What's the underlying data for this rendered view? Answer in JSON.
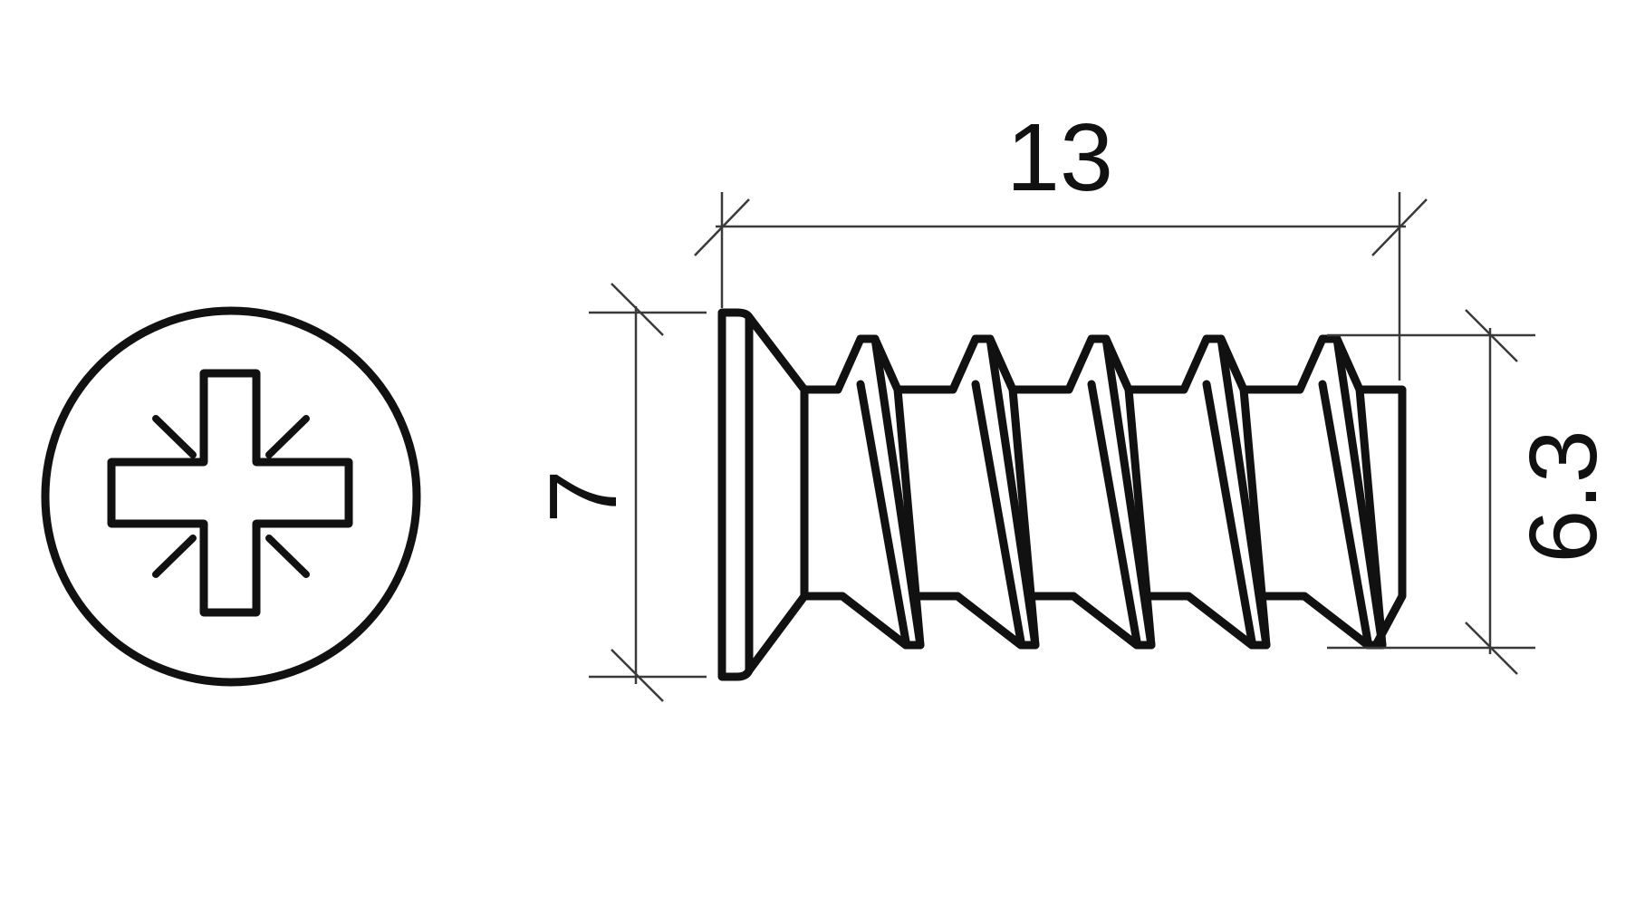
{
  "drawing": {
    "dimensions": {
      "length": "13",
      "head_diameter": "7",
      "thread_diameter": "6.3"
    }
  },
  "colors": {
    "line": "#111111",
    "dimension_line": "#3a3a3a",
    "background": "#ffffff"
  }
}
